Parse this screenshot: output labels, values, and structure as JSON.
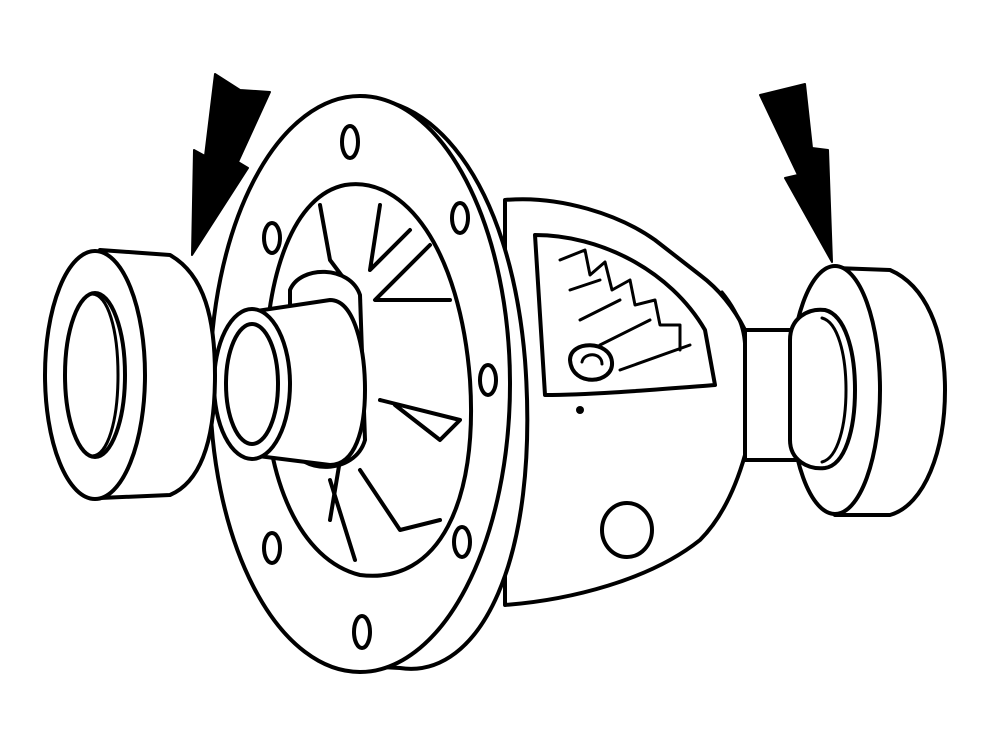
{
  "image": {
    "background": "#ffffff",
    "line_color": "#000000",
    "parts": [
      {
        "name": "differential-case"
      },
      {
        "name": "ring-gear-flange"
      },
      {
        "name": "left-side-bearing"
      },
      {
        "name": "right-side-bearing"
      },
      {
        "name": "left-arrow-icon"
      },
      {
        "name": "right-arrow-icon"
      }
    ]
  }
}
